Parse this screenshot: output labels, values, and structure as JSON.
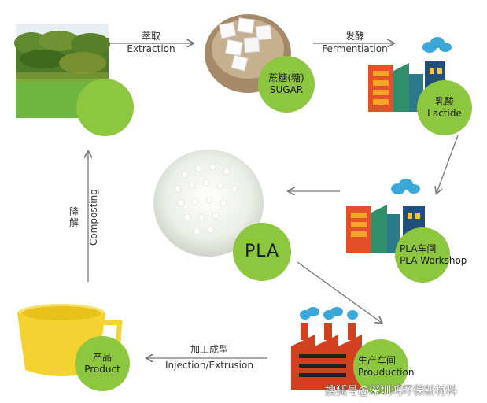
{
  "steps": {
    "extraction": {
      "zh": "萃取",
      "en": "Extraction"
    },
    "fermentation": {
      "zh": "发酵",
      "en": "Fermentiation"
    },
    "injection": {
      "zh": "加工成型",
      "en": "Injection/Extrusion"
    },
    "composting": {
      "zh": "降解",
      "en": "Composting"
    }
  },
  "nodes": {
    "sugar": {
      "zh": "蔗糖(糖)",
      "en": "SUGAR"
    },
    "lactide": {
      "zh": "乳酸",
      "en": "Lactide"
    },
    "pla": {
      "label": "PLA"
    },
    "workshop": {
      "zh": "PLA车间",
      "en": "PLA Workshop"
    },
    "production": {
      "zh": "生产车间",
      "en": "Prouduction"
    },
    "product": {
      "zh": "产品",
      "en": "Product"
    }
  },
  "watermark": "搜狐号@深圳鸿环保新材料",
  "colors": {
    "circle": "#8dc63f",
    "arrow": "#777777",
    "factory_red": "#d2401f",
    "factory_green": "#2f8f6a",
    "factory_blue": "#1f4f7a",
    "cloud": "#3aa8d8"
  }
}
